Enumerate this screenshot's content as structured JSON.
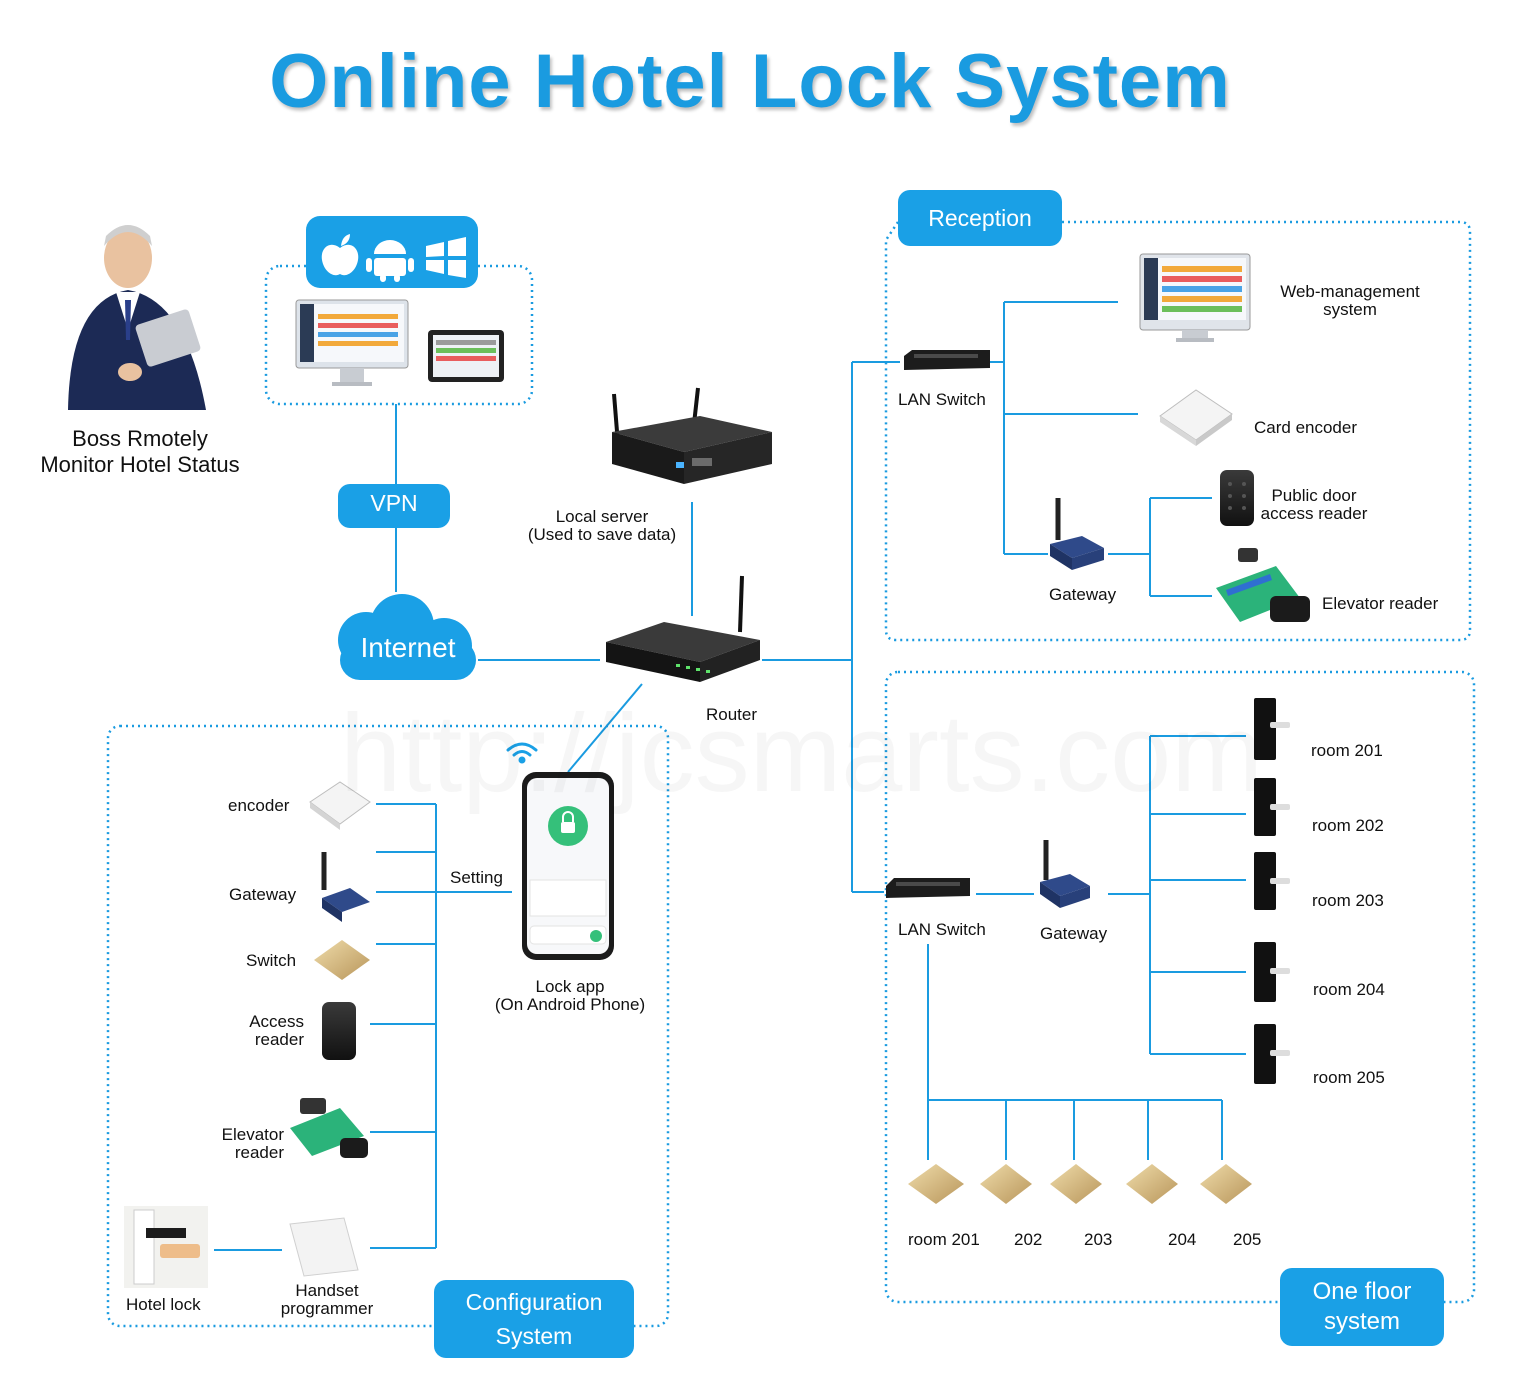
{
  "title": "Online Hotel Lock System",
  "watermark": "http://jcsmarts.com",
  "colors": {
    "accent": "#1aa0e6",
    "line": "#1a9be0",
    "title": "#1a9be0"
  },
  "remote": {
    "caption_line1": "Boss Rmotely",
    "caption_line2": "Monitor Hotel Status",
    "platform_icons": [
      "apple-icon",
      "android-icon",
      "windows-icon"
    ],
    "vpn_label": "VPN",
    "internet_label": "Internet"
  },
  "core": {
    "server_line1": "Local server",
    "server_line2": "(Used to save data)",
    "router_label": "Router"
  },
  "reception": {
    "section_label": "Reception",
    "lan_switch": "LAN Switch",
    "web_mgmt_line1": "Web-management",
    "web_mgmt_line2": "system",
    "card_encoder": "Card encoder",
    "gateway": "Gateway",
    "public_door_line1": "Public door",
    "public_door_line2": "access reader",
    "elevator_reader": "Elevator reader"
  },
  "config": {
    "section_line1": "Configuration",
    "section_line2": "System",
    "setting": "Setting",
    "app_line1": "Lock app",
    "app_line2": "(On Android Phone)",
    "encoder": "encoder",
    "gateway": "Gateway",
    "switch": "Switch",
    "access_line1": "Access",
    "access_line2": "reader",
    "elevator_line1": "Elevator",
    "elevator_line2": "reader",
    "hotel_lock": "Hotel lock",
    "handset_line1": "Handset",
    "handset_line2": "programmer"
  },
  "floor": {
    "section_line1": "One floor",
    "section_line2": "system",
    "lan_switch": "LAN Switch",
    "gateway": "Gateway",
    "rooms": [
      "room 201",
      "room 202",
      "room 203",
      "room 204",
      "room 205"
    ],
    "switches": [
      "room 201",
      "202",
      "203",
      "204",
      "205"
    ]
  }
}
